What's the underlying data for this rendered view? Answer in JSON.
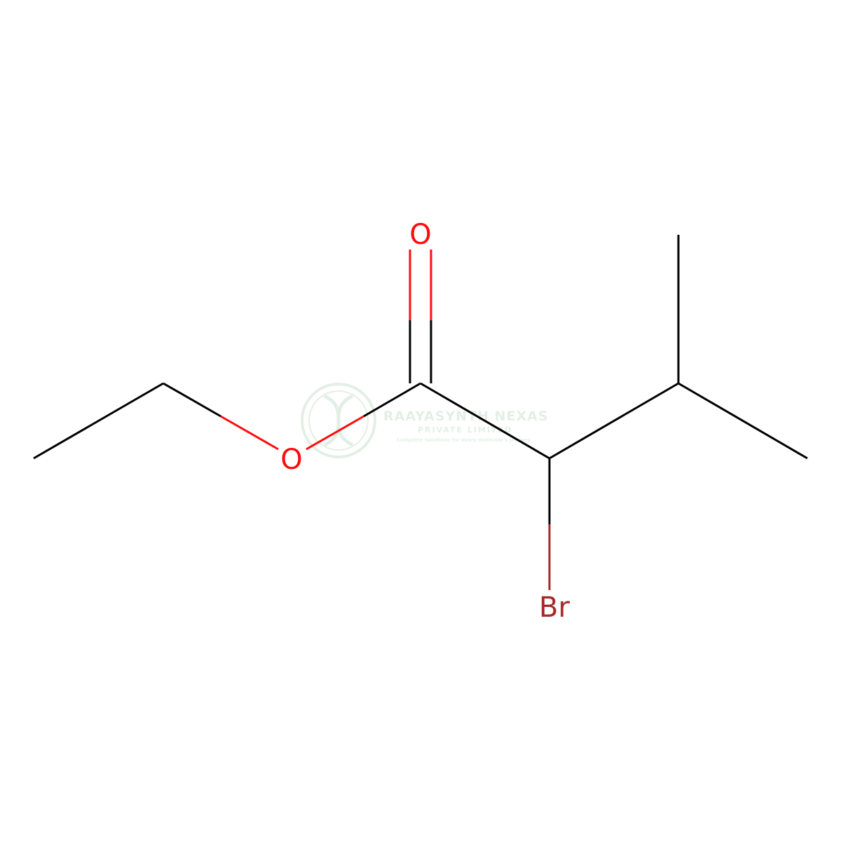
{
  "molecule": {
    "atoms": {
      "carbonyl_oxygen": "O",
      "ester_oxygen": "O",
      "bromine": "Br"
    },
    "colors": {
      "bond": "#000000",
      "oxygen": "#ff0d0d",
      "bromine": "#a62929"
    }
  },
  "watermark": {
    "company": "RAAYASYNTH NEXAS",
    "subtitle": "PRIVATE LIMITED",
    "tagline": "Complete solutions for every molecule's journey",
    "color": "#2e8b3e"
  }
}
